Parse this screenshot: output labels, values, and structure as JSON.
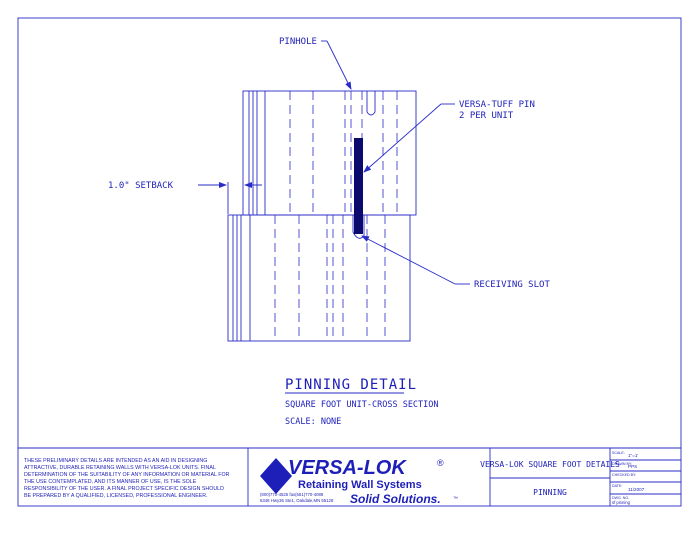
{
  "drawing": {
    "callouts": {
      "pinhole": "PINHOLE",
      "pin_line1": "VERSA-TUFF PIN",
      "pin_line2": "2 PER UNIT",
      "setback": "1.0\" SETBACK",
      "slot": "RECEIVING SLOT"
    },
    "title": "PINNING DETAIL",
    "subtitle": "SQUARE FOOT UNIT-CROSS SECTION",
    "scale": "SCALE: NONE"
  },
  "title_block": {
    "disclaimer": [
      "THESE PRELIMINARY DETAILS ARE INTENDED AS AN AID IN DESIGNING",
      "ATTRACTIVE, DURABLE RETAINING WALLS WITH VERSA-LOK UNITS.  FINAL",
      "DETERMINATION OF THE SUITABILITY OF ANY INFORMATION OR MATERIAL FOR",
      "THE USE CONTEMPLATED, AND ITS MANNER OF USE, IS THE SOLE",
      "RESPONSIBILITY OF THE USER.  A FINAL PROJECT SPECIFIC DESIGN SHOULD",
      "BE PREPARED BY A QUALIFIED, LICENSED, PROFESSIONAL ENGINEER."
    ],
    "logo": {
      "brand": "VERSA-LOK",
      "registered": "®",
      "tagline": "Retaining Wall Systems",
      "phone": "(800)770-4525  fax(651)770-4089",
      "address": "6348 Hwy36 Ste1, Oakdale,MN 55128",
      "slogan": "Solid Solutions.",
      "trademark": "™"
    },
    "sheet_title": "VERSA-LOK SQUARE FOOT DETAILS",
    "sheet_subtitle": "PINNING",
    "fields": {
      "scale_label": "SCALE:",
      "scale_value": "1\"=1'",
      "drawn_label": "DRAWN BY:",
      "drawn_value": "PPS",
      "checked_label": "CHECKED BY:",
      "date_label": "DATE:",
      "date_value": "11/2007",
      "dwg_label": "DWG. NO.",
      "dwg_value": "sf pinning"
    }
  },
  "colors": {
    "line": "#2a2cc8",
    "text": "#1d1fb8",
    "pin": "#0b0b6e"
  }
}
